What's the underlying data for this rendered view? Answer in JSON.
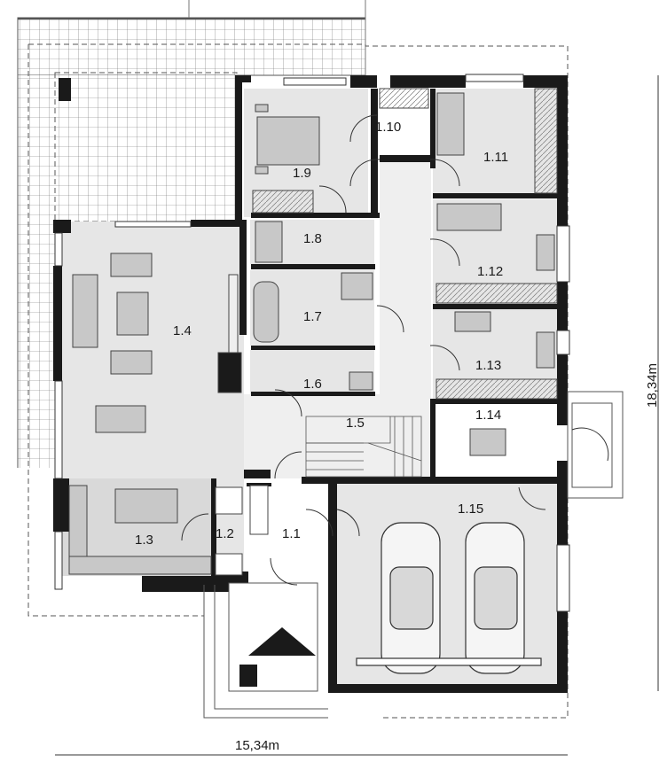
{
  "plan": {
    "rooms": [
      {
        "id": "r1_1",
        "label": "1.1"
      },
      {
        "id": "r1_2",
        "label": "1.2"
      },
      {
        "id": "r1_3",
        "label": "1.3"
      },
      {
        "id": "r1_4",
        "label": "1.4"
      },
      {
        "id": "r1_5",
        "label": "1.5"
      },
      {
        "id": "r1_6",
        "label": "1.6"
      },
      {
        "id": "r1_7",
        "label": "1.7"
      },
      {
        "id": "r1_8",
        "label": "1.8"
      },
      {
        "id": "r1_9",
        "label": "1.9"
      },
      {
        "id": "r1_10",
        "label": "1.10"
      },
      {
        "id": "r1_11",
        "label": "1.11"
      },
      {
        "id": "r1_12",
        "label": "1.12"
      },
      {
        "id": "r1_13",
        "label": "1.13"
      },
      {
        "id": "r1_14",
        "label": "1.14"
      },
      {
        "id": "r1_15",
        "label": "1.15"
      }
    ],
    "dimensions": {
      "width_label": "15,34m",
      "depth_label": "18,34m"
    },
    "colors": {
      "wall": "#1a1a1a",
      "room_fill": "#e6e6e6",
      "room_fill_light": "#efefef",
      "terrace_grid": "#6a6a6a",
      "furniture": "#c8c8c8"
    }
  }
}
